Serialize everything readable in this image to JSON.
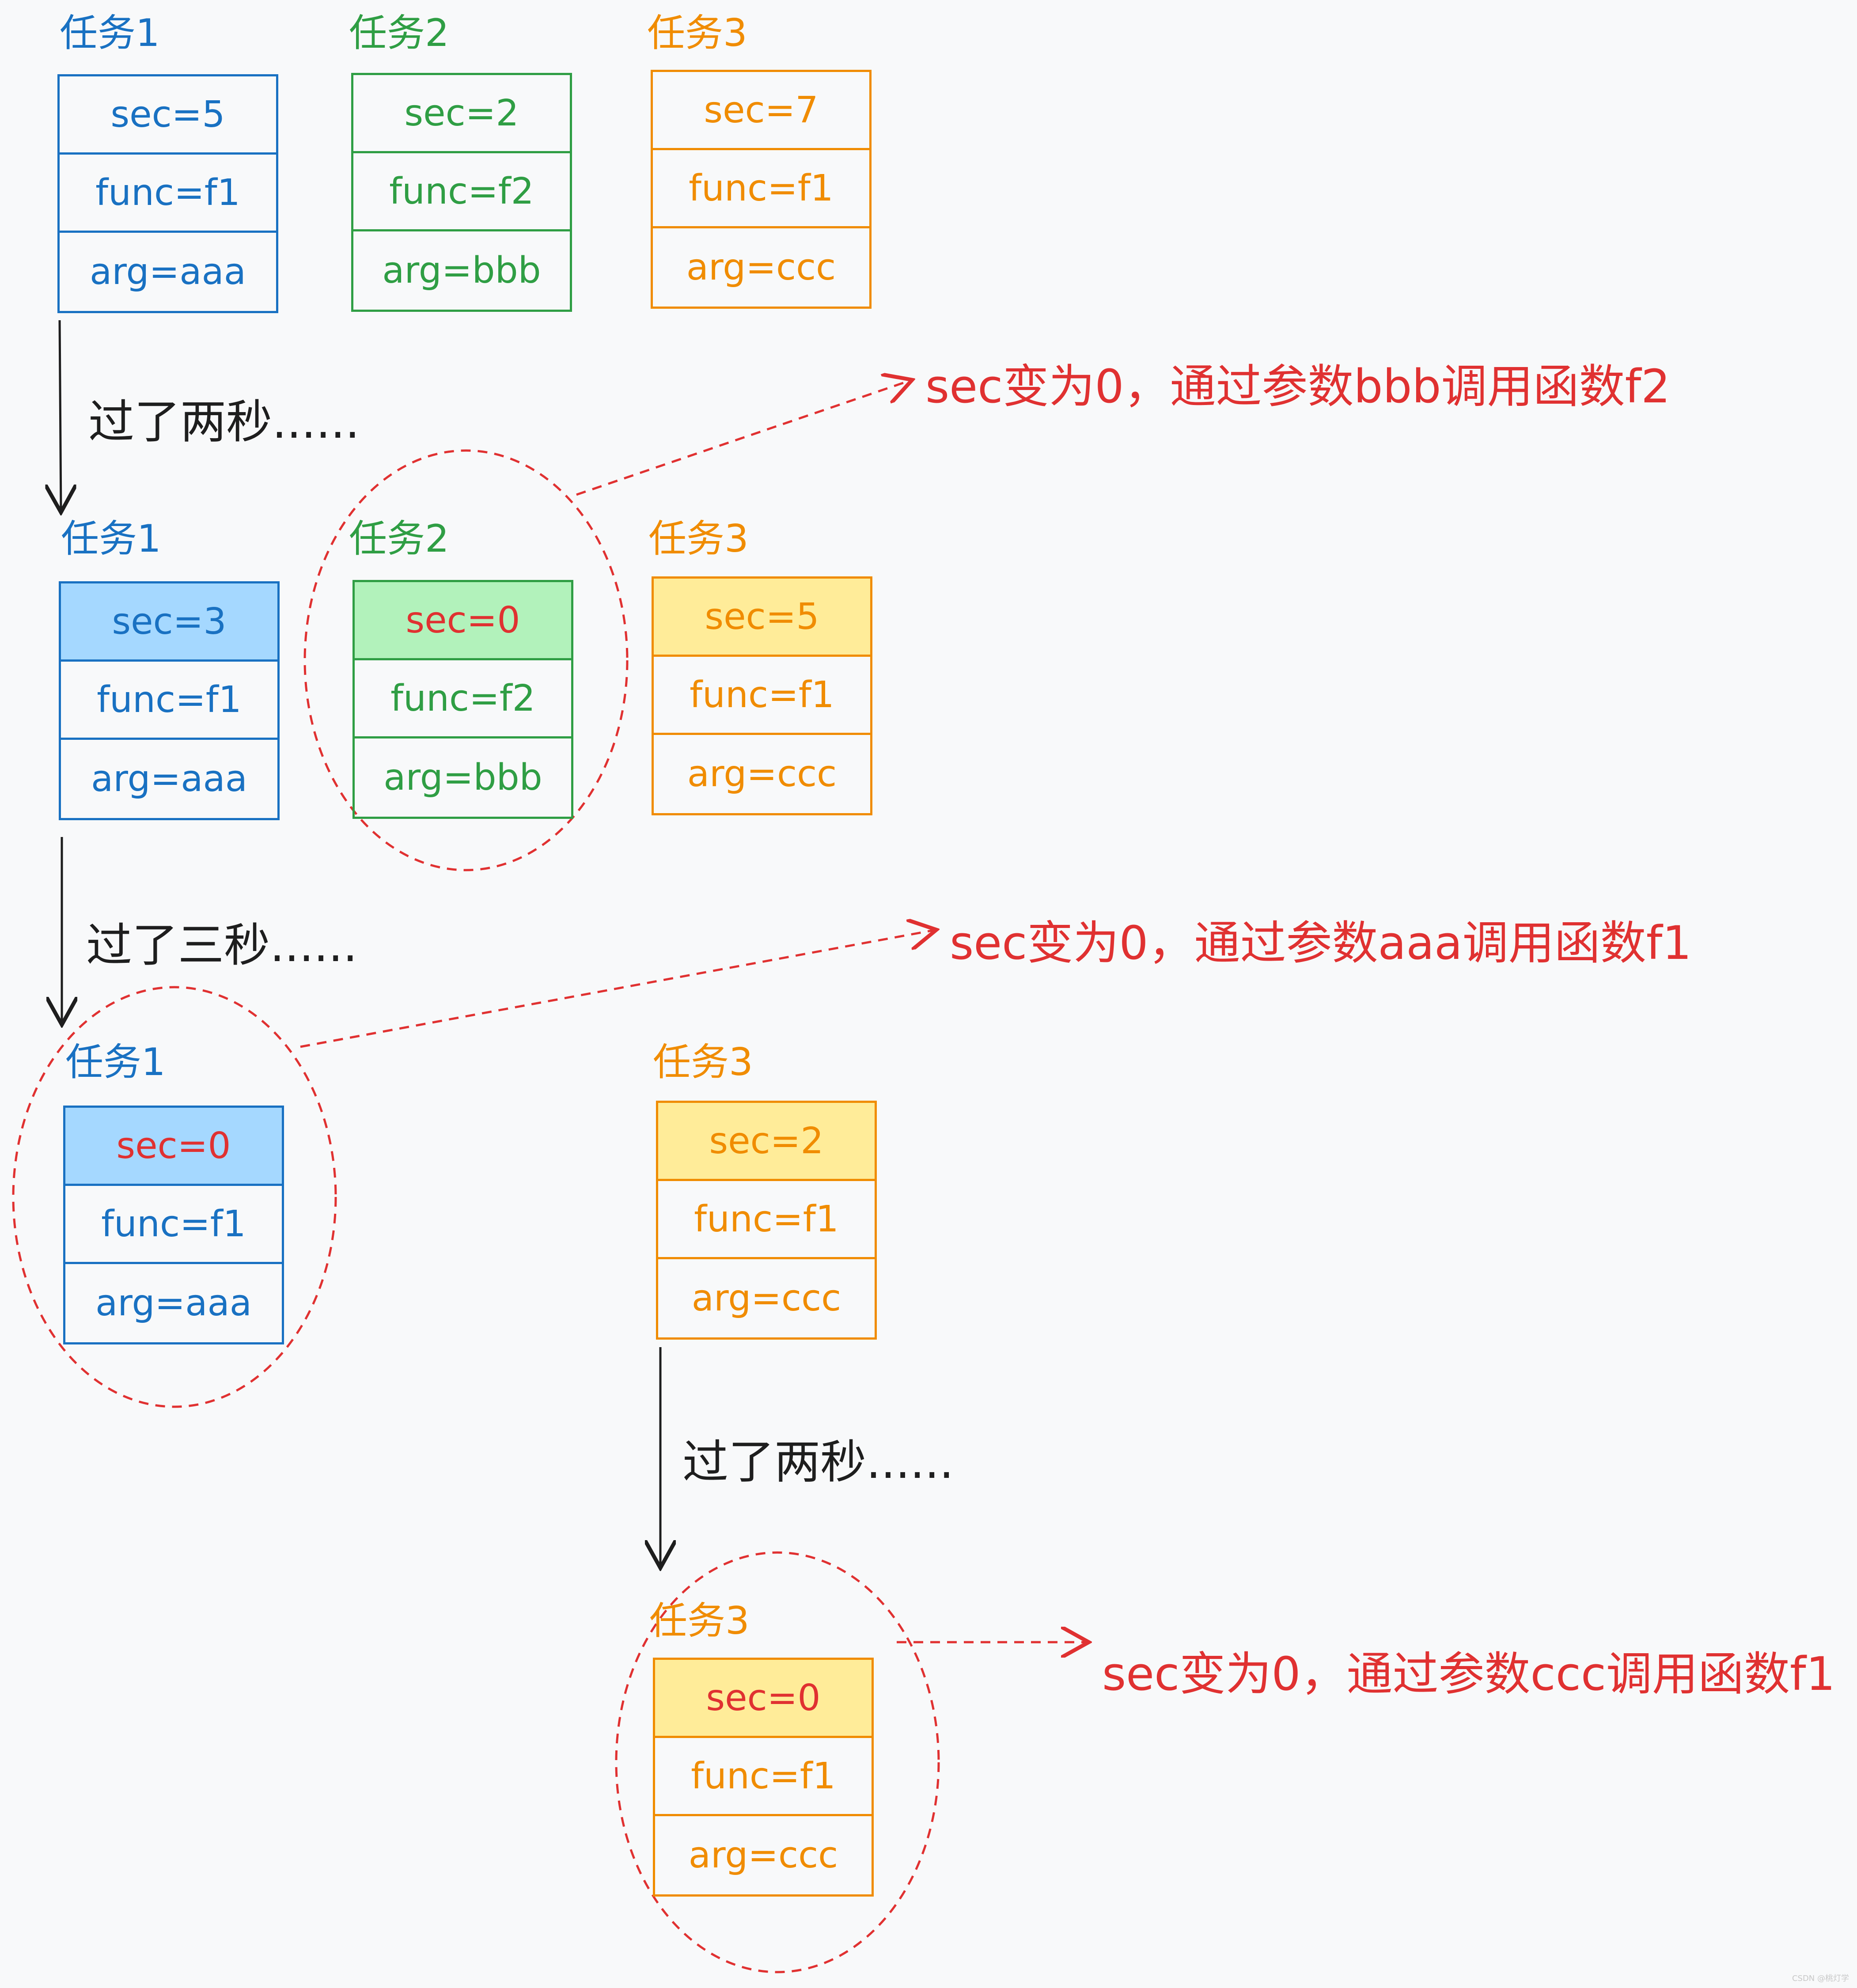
{
  "colors": {
    "blue": "#1971c2",
    "green": "#2f9e44",
    "orange": "#f08c00",
    "red": "#e03131",
    "fill_blue": "#a5d8ff",
    "fill_green": "#b2f2bb",
    "fill_yellow": "#ffec99"
  },
  "row1": {
    "task1": {
      "title": "任务1",
      "sec": "sec=5",
      "func": "func=f1",
      "arg": "arg=aaa"
    },
    "task2": {
      "title": "任务2",
      "sec": "sec=2",
      "func": "func=f2",
      "arg": "arg=bbb"
    },
    "task3": {
      "title": "任务3",
      "sec": "sec=7",
      "func": "func=f1",
      "arg": "arg=ccc"
    }
  },
  "step1": "过了两秒......",
  "note1": "sec变为0，通过参数bbb调用函数f2",
  "row2": {
    "task1": {
      "title": "任务1",
      "sec": "sec=3",
      "func": "func=f1",
      "arg": "arg=aaa"
    },
    "task2": {
      "title": "任务2",
      "sec": "sec=0",
      "func": "func=f2",
      "arg": "arg=bbb"
    },
    "task3": {
      "title": "任务3",
      "sec": "sec=5",
      "func": "func=f1",
      "arg": "arg=ccc"
    }
  },
  "step2": "过了三秒......",
  "note2": "sec变为0，通过参数aaa调用函数f1",
  "row3": {
    "task1": {
      "title": "任务1",
      "sec": "sec=0",
      "func": "func=f1",
      "arg": "arg=aaa"
    },
    "task3": {
      "title": "任务3",
      "sec": "sec=2",
      "func": "func=f1",
      "arg": "arg=ccc"
    }
  },
  "step3": "过了两秒......",
  "note3": "sec变为0，通过参数ccc调用函数f1",
  "row4": {
    "task3": {
      "title": "任务3",
      "sec": "sec=0",
      "func": "func=f1",
      "arg": "arg=ccc"
    }
  },
  "watermark": "CSDN @桃灯学"
}
